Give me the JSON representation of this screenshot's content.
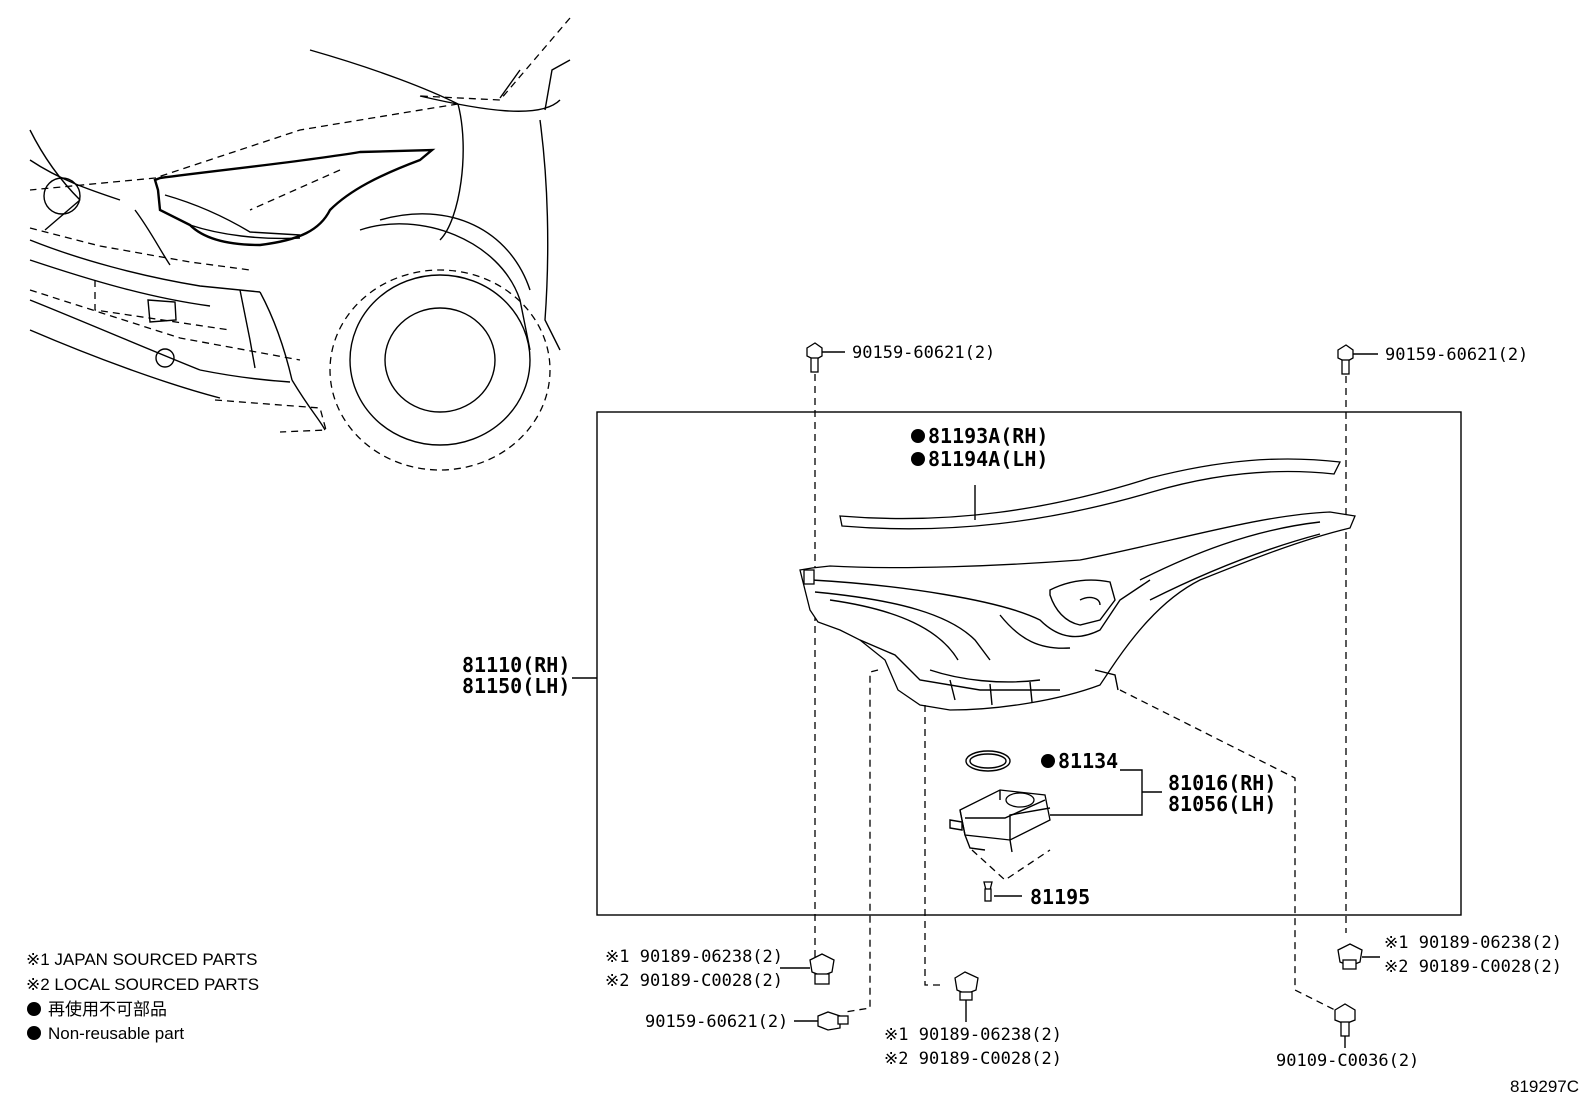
{
  "legend": {
    "japan": "※1 JAPAN SOURCED PARTS",
    "local": "※2 LOCAL SOURCED PARTS",
    "nonreuse_jp": "再使用不可部品",
    "nonreuse_en": "Non-reusable part"
  },
  "labels": {
    "bolt_top_left": "90159-60621(2)",
    "bolt_top_right": "90159-60621(2)",
    "moulding_rh": "81193A(RH)",
    "moulding_lh": "81194A(LH)",
    "headlamp_rh": "81110(RH)",
    "headlamp_lh": "81150(LH)",
    "gasket": "81134",
    "computer_rh": "81016(RH)",
    "computer_lh": "81056(LH)",
    "screw": "81195",
    "clip_left_1": "※1 90189-06238(2)",
    "clip_left_2": "※2 90189-C0028(2)",
    "bolt_bottom_left": "90159-60621(2)",
    "clip_center_1": "※1 90189-06238(2)",
    "clip_center_2": "※2 90189-C0028(2)",
    "clip_right_1": "※1 90189-06238(2)",
    "clip_right_2": "※2 90189-C0028(2)",
    "bolt_bottom_right": "90109-C0036(2)",
    "figure_id": "819297C"
  }
}
